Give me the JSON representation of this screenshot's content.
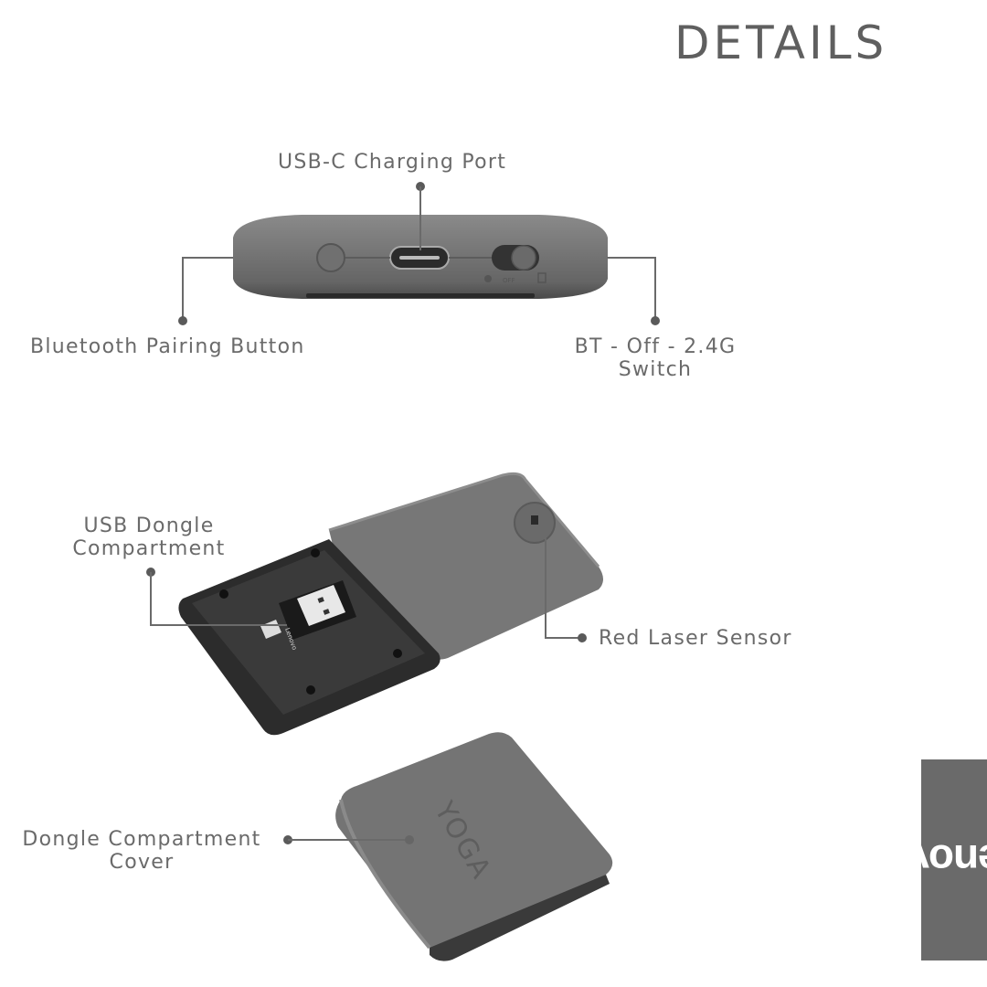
{
  "header": {
    "title": "DETAILS"
  },
  "callouts": {
    "usb_c": "USB-C Charging Port",
    "bt_button": "Bluetooth Pairing Button",
    "switch_line1": "BT - Off - 2.4G",
    "switch_line2": "Switch",
    "dongle_line1": "USB Dongle",
    "dongle_line2": "Compartment",
    "laser": "Red Laser Sensor",
    "cover_line1": "Dongle Compartment",
    "cover_line2": "Cover"
  },
  "product": {
    "cover_mark": "YOGA",
    "dongle_mark": "Lenovo",
    "switch_mark": "OFF"
  },
  "brand": {
    "logo_text": "Lenovo",
    "trademark": "™"
  },
  "colors": {
    "body_gray": "#6e6e6e",
    "dark": "#2a2a2a",
    "text": "#6a6a6a",
    "logo_bg": "#6a6a6a"
  }
}
